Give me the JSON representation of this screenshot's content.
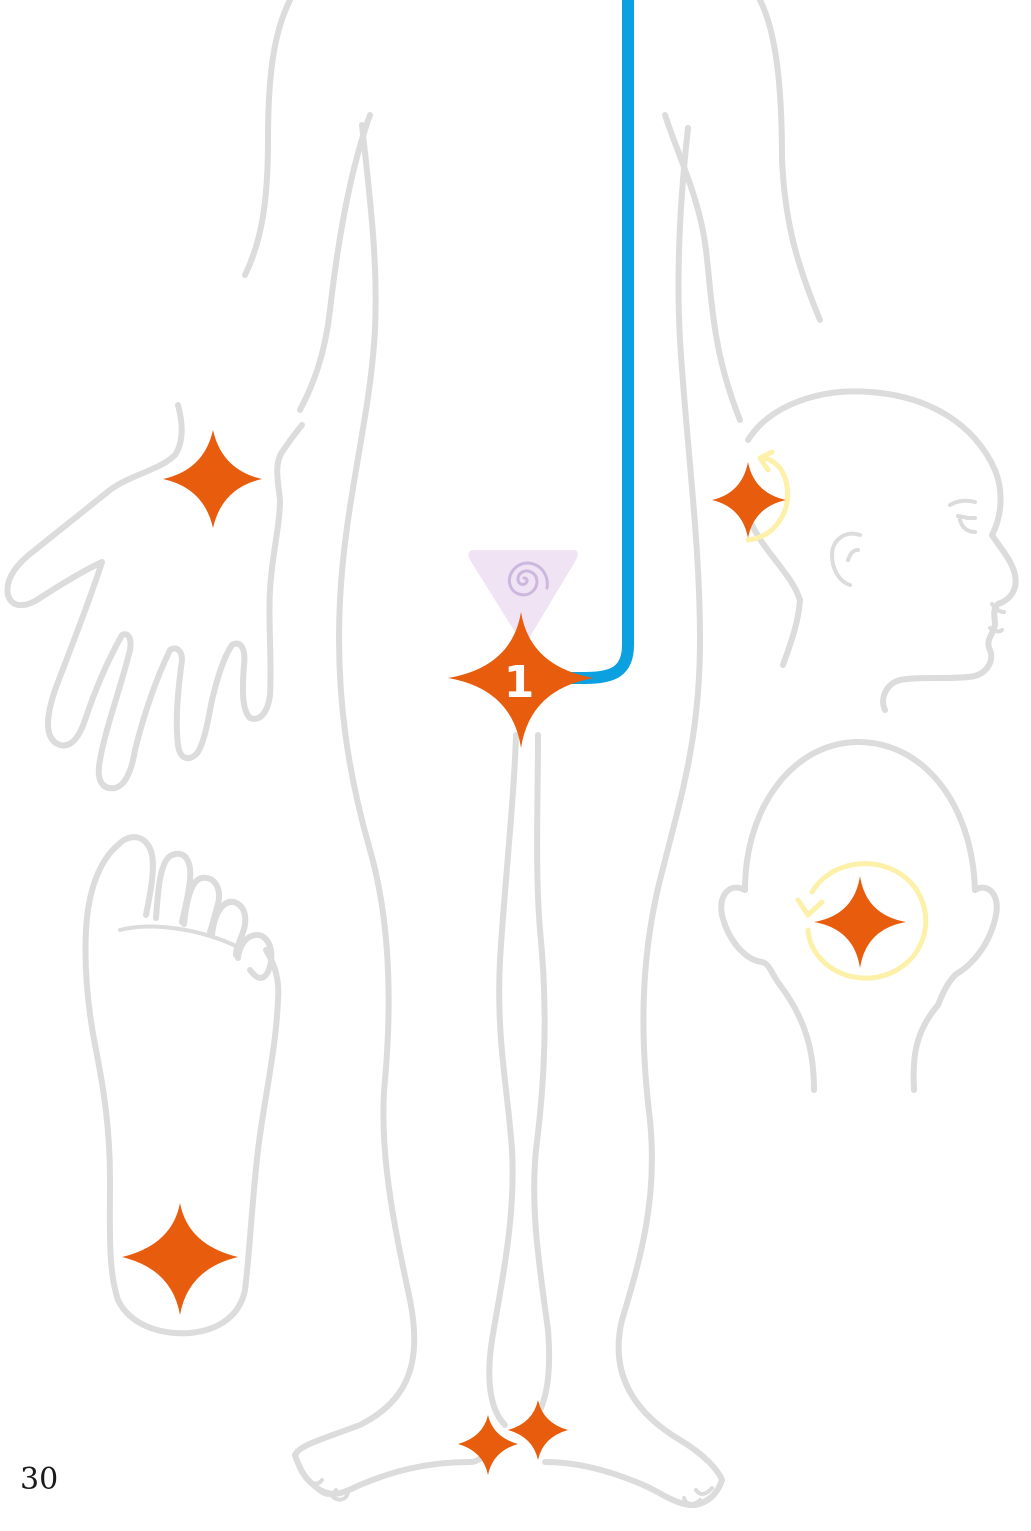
{
  "page": {
    "number": "30"
  },
  "colors": {
    "outline": "#dcdcdc",
    "point": "#e85c0d",
    "meridian": "#0ba0e0",
    "rotation_arrow": "#fdf0a8",
    "spiral_triangle": "#efe3f4",
    "spiral": "#cdb7df",
    "label_text": "#ffffff"
  },
  "icons": {
    "point": "four-point-star-icon",
    "meridian": "meridian-line",
    "spiral": "spiral-icon",
    "rotation": "circular-arrow-icon"
  },
  "main_point": {
    "label": "1"
  }
}
